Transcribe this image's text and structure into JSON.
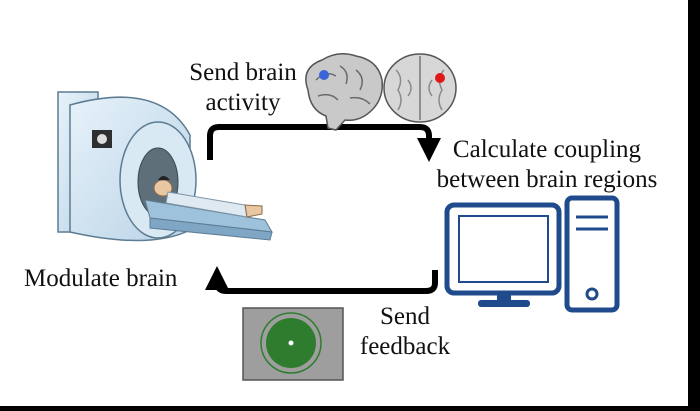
{
  "labels": {
    "send_activity": [
      "Send brain",
      "activity"
    ],
    "calculate": [
      "Calculate coupling",
      "between brain regions"
    ],
    "modulate": "Modulate brain",
    "send_feedback": [
      "Send",
      "feedback"
    ]
  },
  "icons": {
    "scanner": "mri-scanner-icon",
    "brain_sagittal": "brain-sagittal-icon",
    "brain_axial": "brain-axial-icon",
    "computer": "computer-icon",
    "feedback": "feedback-display-icon"
  },
  "colors": {
    "arrow": "#000000",
    "monitor": "#1f4a8c",
    "scanner_body": "#cfe3f1",
    "region_blue": "#3a64d8",
    "region_red": "#e01818",
    "feedback_outer": "#2e7d2e",
    "feedback_panel": "#9e9e9e"
  }
}
